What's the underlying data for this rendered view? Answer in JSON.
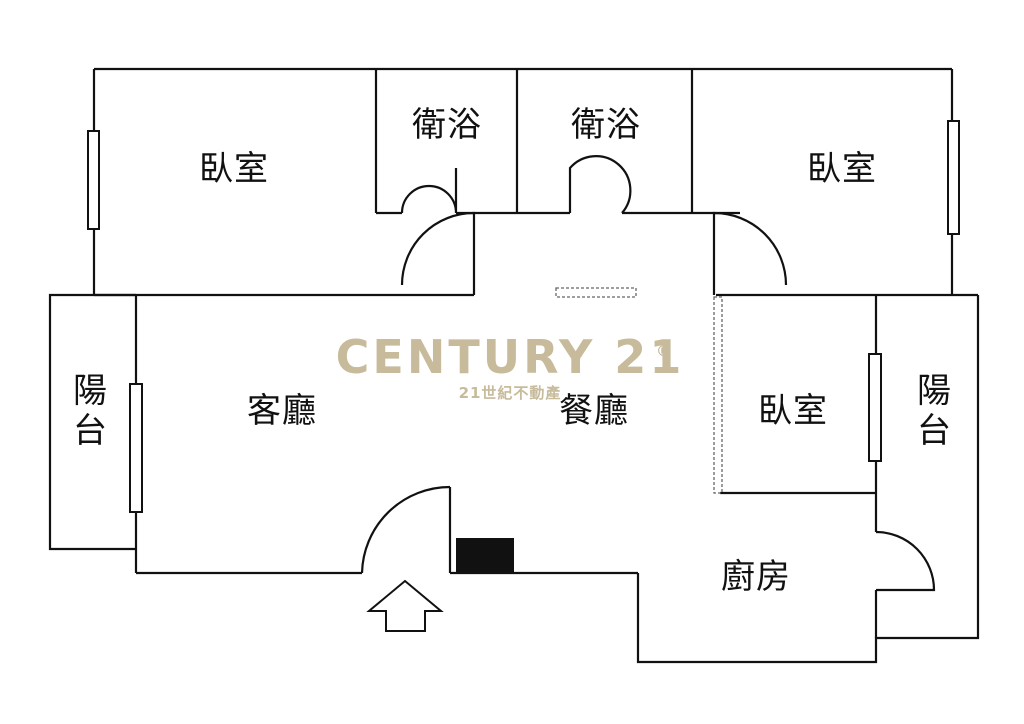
{
  "rooms": {
    "bedroom_top_left": "臥室",
    "bath_left": "衛浴",
    "bath_right": "衛浴",
    "bedroom_top_right": "臥室",
    "balcony_left": [
      "陽",
      "台"
    ],
    "living_room": "客廳",
    "dining_room": "餐廳",
    "bedroom_middle_right": "臥室",
    "balcony_right": [
      "陽",
      "台"
    ],
    "kitchen": "廚房"
  },
  "watermark": {
    "brand": "CENTURY 21",
    "registered": "®",
    "subtitle": "21世紀不動產",
    "color": "#c7bb9c"
  },
  "colors": {
    "wall": "#111111",
    "fixture": "#111111",
    "dashed": "#666666"
  },
  "icons": {
    "entrance": "entrance-arrow-icon"
  }
}
